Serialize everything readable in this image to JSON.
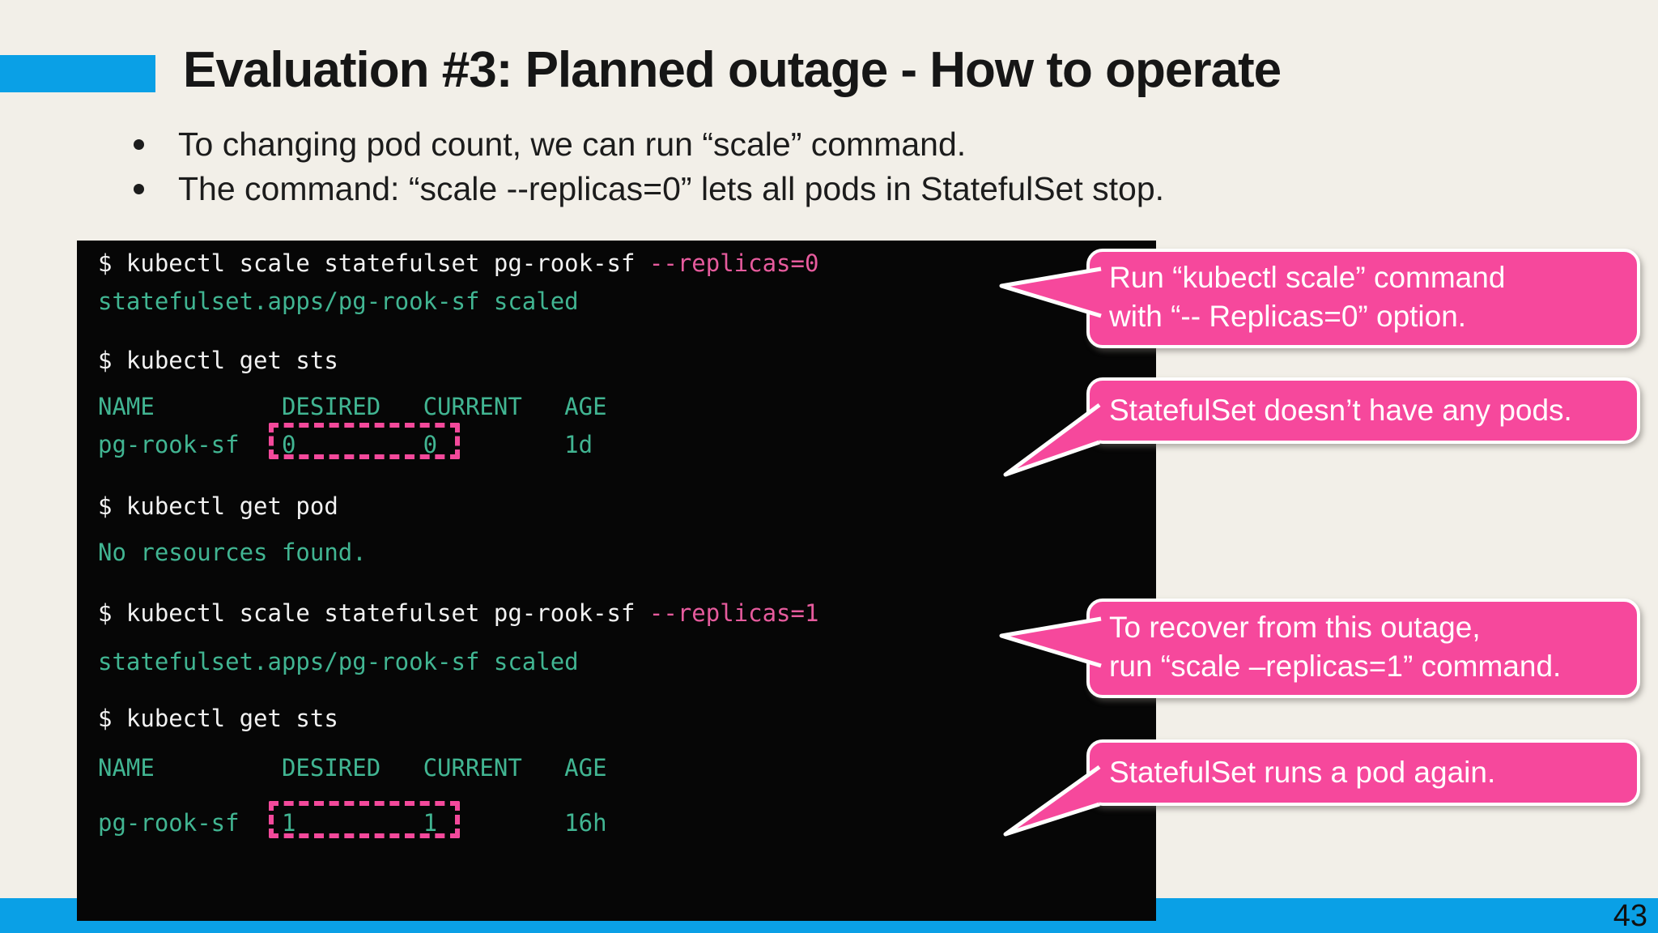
{
  "slide": {
    "title": "Evaluation #3: Planned outage - How to operate",
    "page_number": "43",
    "bullets": [
      "To changing pod count, we can run “scale” command.",
      "The command: “scale --replicas=0” lets all pods in StatefulSet stop."
    ],
    "colors": {
      "accent_blue": "#0aa0e6",
      "background": "#f2efe8",
      "terminal_background": "#060606",
      "terminal_white": "#f2f2f2",
      "terminal_teal": "#41b592",
      "terminal_pink": "#e65b9d",
      "highlight_box_pink": "#f3499b",
      "callout_pink": "#f6489c"
    }
  },
  "terminal": {
    "lines": [
      {
        "segments": [
          {
            "text": "$ kubectl scale statefulset pg-rook-sf ",
            "color": "white"
          },
          {
            "text": "--replicas=0",
            "color": "pink"
          }
        ]
      },
      {
        "segments": [
          {
            "text": "statefulset.apps/pg-rook-sf scaled",
            "color": "teal"
          }
        ]
      },
      {
        "segments": [
          {
            "text": "$ kubectl get sts",
            "color": "white"
          }
        ]
      },
      {
        "segments": [
          {
            "text": "NAME         DESIRED   CURRENT   AGE",
            "color": "teal"
          }
        ]
      },
      {
        "segments": [
          {
            "text": "pg-rook-sf   0         0         1d",
            "color": "teal"
          }
        ]
      },
      {
        "segments": [
          {
            "text": "$ kubectl get pod",
            "color": "white"
          }
        ]
      },
      {
        "segments": [
          {
            "text": "No resources found.",
            "color": "teal"
          }
        ]
      },
      {
        "segments": [
          {
            "text": "$ kubectl scale statefulset pg-rook-sf ",
            "color": "white"
          },
          {
            "text": "--replicas=1",
            "color": "pink"
          }
        ]
      },
      {
        "segments": [
          {
            "text": "statefulset.apps/pg-rook-sf scaled",
            "color": "teal"
          }
        ]
      },
      {
        "segments": [
          {
            "text": "$ kubectl get sts",
            "color": "white"
          }
        ]
      },
      {
        "segments": [
          {
            "text": "NAME         DESIRED   CURRENT   AGE",
            "color": "teal"
          }
        ]
      },
      {
        "segments": [
          {
            "text": "pg-rook-sf   1         1         16h",
            "color": "teal"
          }
        ]
      }
    ]
  },
  "callouts": [
    {
      "lines": [
        "Run “kubectl scale” command",
        "with “-- Replicas=0” option."
      ]
    },
    {
      "lines": [
        "StatefulSet doesn’t have any pods."
      ]
    },
    {
      "lines": [
        "To recover from this outage,",
        "run “scale –replicas=1” command."
      ]
    },
    {
      "lines": [
        "StatefulSet runs a pod again."
      ]
    }
  ]
}
